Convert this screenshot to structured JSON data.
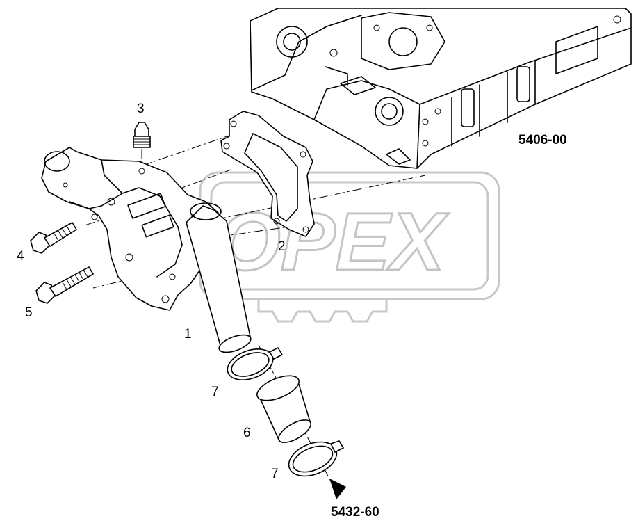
{
  "watermark": {
    "text": "OPEX"
  },
  "labels": {
    "part_1": "1",
    "part_2": "2",
    "part_3": "3",
    "part_4": "4",
    "part_5": "5",
    "part_6": "6",
    "part_7_upper": "7",
    "part_7_lower": "7"
  },
  "references": {
    "engine_block": "5406-00",
    "continuation": "5432-60"
  }
}
